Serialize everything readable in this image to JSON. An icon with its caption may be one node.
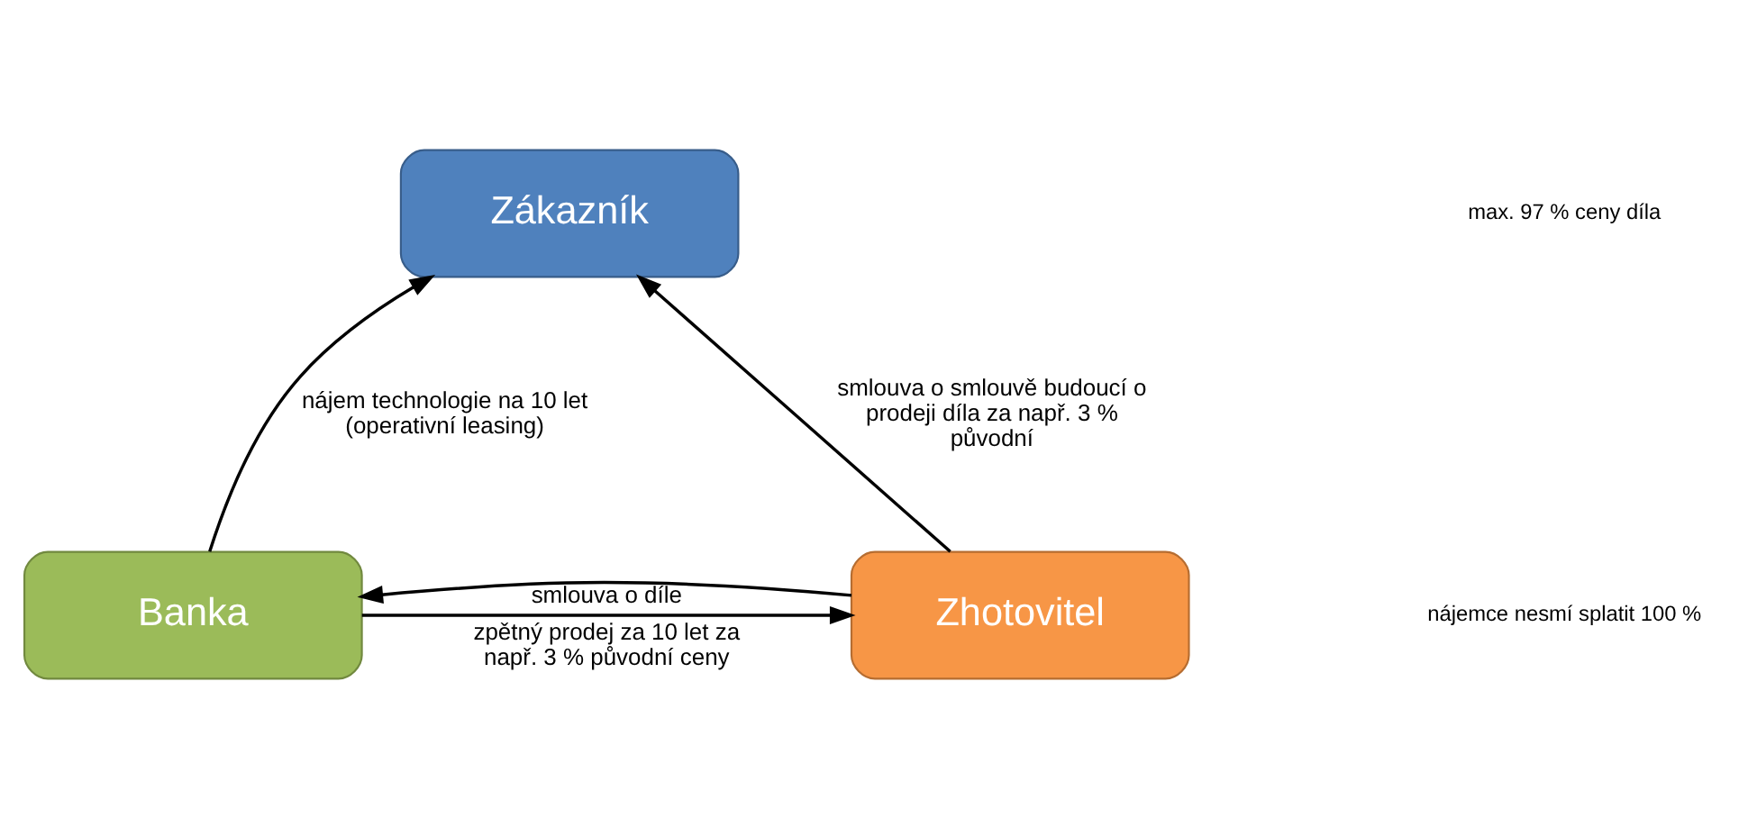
{
  "diagram": {
    "nodes": [
      {
        "text": [
          "Zákazník"
        ]
      },
      {
        "text": [
          "Banka"
        ]
      },
      {
        "text": [
          "Zhotovitel"
        ]
      }
    ],
    "edges": [
      {
        "from": 1,
        "to": 0,
        "arrow": "to",
        "label": "nájem technologie na 10 let (operativní leasing)"
      },
      {
        "from": 2,
        "to": 0,
        "arrow": "to",
        "label": "smlouva o smlouvě budoucí o prodeji díla za např. 3 % původní"
      },
      {
        "from": 2,
        "to": 1,
        "arrow": "to",
        "label": "smlouva o díle"
      },
      {
        "from": 1,
        "to": 2,
        "arrow": "to",
        "label": "zpětný prodej za 10 let za např. 3 % původní ceny"
      }
    ],
    "labels": [
      "max. 97 % ceny díla",
      "nájemce nesmí splatit 100 %"
    ]
  }
}
